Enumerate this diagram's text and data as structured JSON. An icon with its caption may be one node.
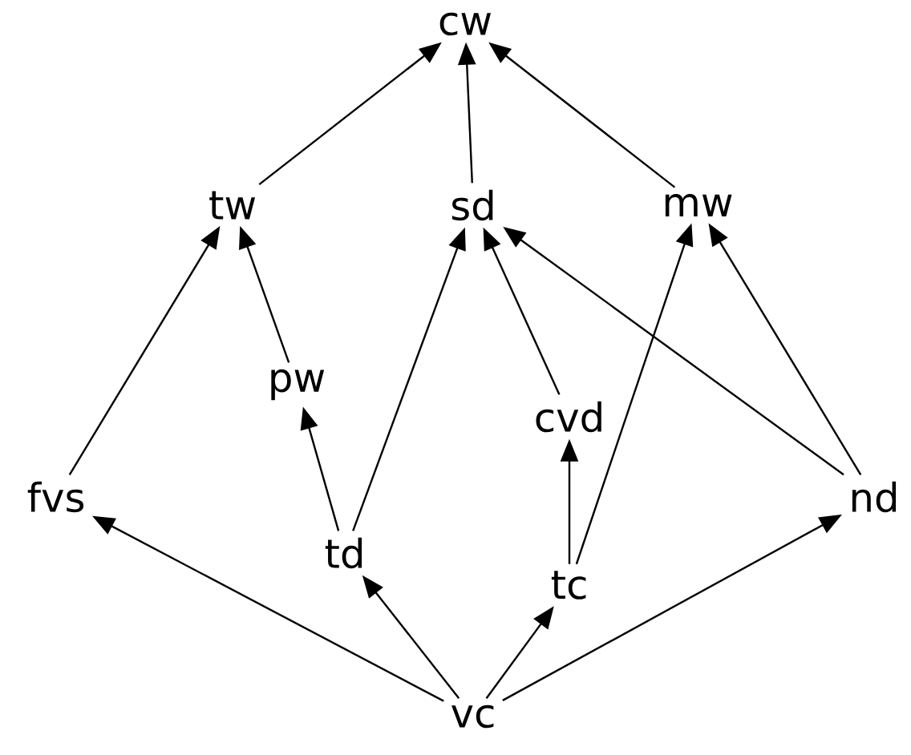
{
  "diagram": {
    "nodes": [
      {
        "text": [
          "cw"
        ]
      },
      {
        "text": [
          "tw"
        ]
      },
      {
        "text": [
          "sd"
        ]
      },
      {
        "text": [
          "mw"
        ]
      },
      {
        "text": [
          "pw"
        ]
      },
      {
        "text": [
          "cvd"
        ]
      },
      {
        "text": [
          "fvs"
        ]
      },
      {
        "text": [
          "nd"
        ]
      },
      {
        "text": [
          "td"
        ]
      },
      {
        "text": [
          "tc"
        ]
      },
      {
        "text": [
          "vc"
        ]
      }
    ],
    "edges": [
      {
        "from": 1,
        "to": 0,
        "arrow": "to"
      },
      {
        "from": 2,
        "to": 0,
        "arrow": "to"
      },
      {
        "from": 3,
        "to": 0,
        "arrow": "to"
      },
      {
        "from": 4,
        "to": 1,
        "arrow": "to"
      },
      {
        "from": 6,
        "to": 1,
        "arrow": "to"
      },
      {
        "from": 8,
        "to": 4,
        "arrow": "to"
      },
      {
        "from": 8,
        "to": 2,
        "arrow": "to"
      },
      {
        "from": 5,
        "to": 2,
        "arrow": "to"
      },
      {
        "from": 7,
        "to": 2,
        "arrow": "to"
      },
      {
        "from": 9,
        "to": 5,
        "arrow": "to"
      },
      {
        "from": 9,
        "to": 3,
        "arrow": "to"
      },
      {
        "from": 7,
        "to": 3,
        "arrow": "to"
      },
      {
        "from": 10,
        "to": 6,
        "arrow": "to"
      },
      {
        "from": 10,
        "to": 8,
        "arrow": "to"
      },
      {
        "from": 10,
        "to": 9,
        "arrow": "to"
      },
      {
        "from": 10,
        "to": 7,
        "arrow": "to"
      }
    ]
  }
}
